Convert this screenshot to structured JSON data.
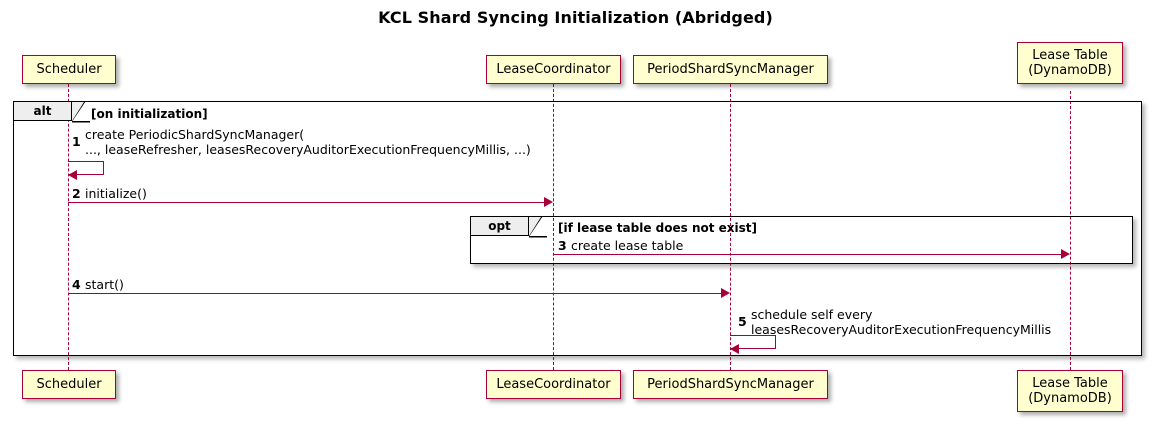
{
  "diagram": {
    "title": "KCL Shard Syncing Initialization (Abridged)",
    "type": "uml-sequence-diagram"
  },
  "colors": {
    "participant_fill": "#FEFECE",
    "participant_border": "#A80036",
    "arrow": "#A80036",
    "fragment_border": "#000000",
    "fragment_tab_fill": "#EEEEEE",
    "background": "#FFFFFF"
  },
  "participants": [
    {
      "id": "scheduler",
      "label": "Scheduler"
    },
    {
      "id": "leasecoordinator",
      "label": "LeaseCoordinator"
    },
    {
      "id": "periodshardsyncmanager",
      "label": "PeriodShardSyncManager"
    },
    {
      "id": "leasetable",
      "label": "Lease Table\n(DynamoDB)"
    }
  ],
  "fragments": [
    {
      "id": "alt",
      "keyword": "alt",
      "condition": "[on initialization]"
    },
    {
      "id": "opt",
      "keyword": "opt",
      "condition": "[if lease table does not exist]"
    }
  ],
  "messages": [
    {
      "number": "1",
      "from": "scheduler",
      "to": "scheduler",
      "kind": "self",
      "text": "create PeriodicShardSyncManager(\n   ..., leaseRefresher, leasesRecoveryAuditorExecutionFrequencyMillis, ...)"
    },
    {
      "number": "2",
      "from": "scheduler",
      "to": "leasecoordinator",
      "kind": "call",
      "text": "initialize()"
    },
    {
      "number": "3",
      "from": "leasecoordinator",
      "to": "leasetable",
      "kind": "call",
      "text": "create lease table"
    },
    {
      "number": "4",
      "from": "scheduler",
      "to": "periodshardsyncmanager",
      "kind": "call",
      "text": "start()"
    },
    {
      "number": "5",
      "from": "periodshardsyncmanager",
      "to": "periodshardsyncmanager",
      "kind": "self",
      "text": "schedule self every\n   leasesRecoveryAuditorExecutionFrequencyMillis"
    }
  ]
}
